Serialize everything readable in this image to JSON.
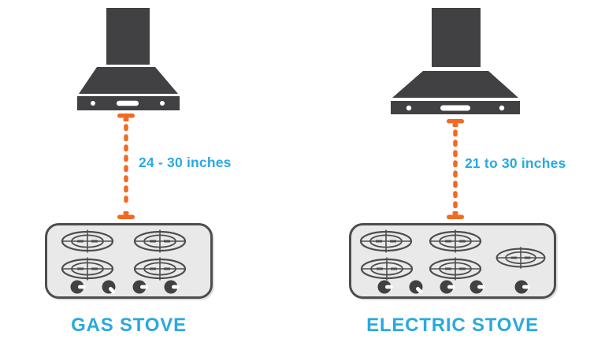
{
  "diagram": {
    "panels": [
      {
        "id": "gas-stove",
        "distance_label": "24 - 30 inches",
        "stove_label": "GAS STOVE",
        "burner_count": 4,
        "knob_count": 4
      },
      {
        "id": "electric-stove",
        "distance_label": "21 to 30 inches",
        "stove_label": "ELECTRIC STOVE",
        "burner_count": 5,
        "knob_count": 5
      }
    ],
    "colors": {
      "hood_dark": "#414042",
      "accent_orange": "#F26A21",
      "label_blue": "#29A9E0",
      "stove_fill": "#E9E9EA",
      "stove_stroke": "#4D4D4D",
      "background": "#FFFFFF"
    }
  }
}
